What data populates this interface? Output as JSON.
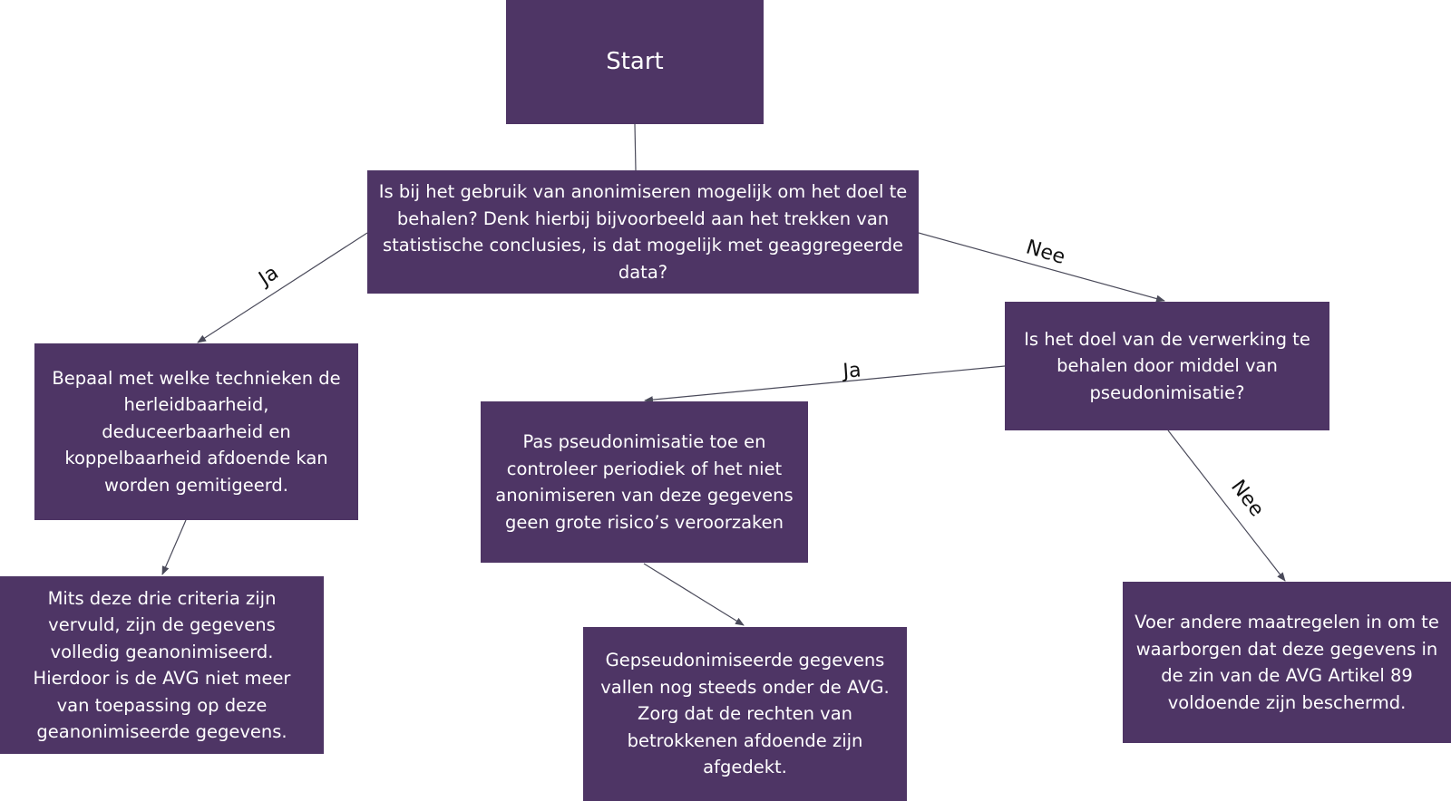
{
  "nodes": {
    "start": "Start",
    "q1": "Is bij het gebruik van anonimiseren mogelijk om het doel te behalen? Denk hierbij bijvoorbeeld aan het trekken van statistische conclusies, is dat mogelijk met geaggregeerde data?",
    "q2": "Is het doel van de verwerking te behalen door middel van pseudonimisatie?",
    "a1": "Bepaal met welke technieken de herleidbaarheid, deduceerbaarheid en koppelbaarheid afdoende kan worden gemitigeerd.",
    "a2": "Mits deze drie criteria zijn vervuld, zijn de gegevens volledig geanonimiseerd. Hierdoor is de AVG niet meer van toepassing op deze geanonimiseerde gegevens.",
    "b1": "Pas pseudonimisatie toe en controleer periodiek of het niet anonimiseren van deze gegevens geen grote risico’s veroorzaken",
    "b2": "Gepseudonimiseerde gegevens vallen nog steeds onder de AVG. Zorg dat de rechten van betrokkenen afdoende zijn afgedekt.",
    "c1": "Voer andere maatregelen in om te waarborgen dat deze gegevens in de zin van de AVG Artikel 89 voldoende zijn beschermd."
  },
  "edge_labels": {
    "q1_yes": "Ja",
    "q1_no": "Nee",
    "q2_yes": "Ja",
    "q2_no": "Nee"
  },
  "colors": {
    "node_fill": "#4e3565",
    "node_text": "#ffffff",
    "edge": "#4a4a5a"
  }
}
